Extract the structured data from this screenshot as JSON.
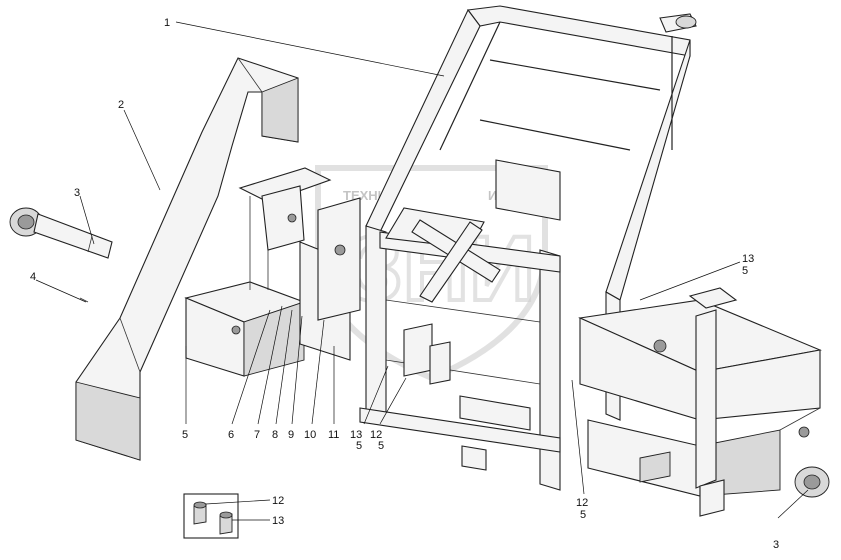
{
  "watermark": {
    "text_top": "ТЕХНИ",
    "text_top_right": "ИЙ",
    "letters": "ЗНИ"
  },
  "labels": [
    {
      "id": "c1",
      "text": "1"
    },
    {
      "id": "c2",
      "text": "2"
    },
    {
      "id": "c3a",
      "text": "3"
    },
    {
      "id": "c3b",
      "text": "3"
    },
    {
      "id": "c4",
      "text": "4"
    },
    {
      "id": "c5a",
      "text": "5"
    },
    {
      "id": "c6",
      "text": "6"
    },
    {
      "id": "c7",
      "text": "7"
    },
    {
      "id": "c8",
      "text": "8"
    },
    {
      "id": "c9",
      "text": "9"
    },
    {
      "id": "c10",
      "text": "10"
    },
    {
      "id": "c11",
      "text": "11"
    },
    {
      "id": "c13a",
      "text": "13"
    },
    {
      "id": "c5b",
      "text": "5"
    },
    {
      "id": "c12a",
      "text": "12"
    },
    {
      "id": "c5c",
      "text": "5"
    },
    {
      "id": "c13b",
      "text": "13"
    },
    {
      "id": "c5d",
      "text": "5"
    },
    {
      "id": "c12b",
      "text": "12"
    },
    {
      "id": "c5e",
      "text": "5"
    },
    {
      "id": "c12c",
      "text": "12"
    },
    {
      "id": "c13c",
      "text": "13"
    }
  ]
}
